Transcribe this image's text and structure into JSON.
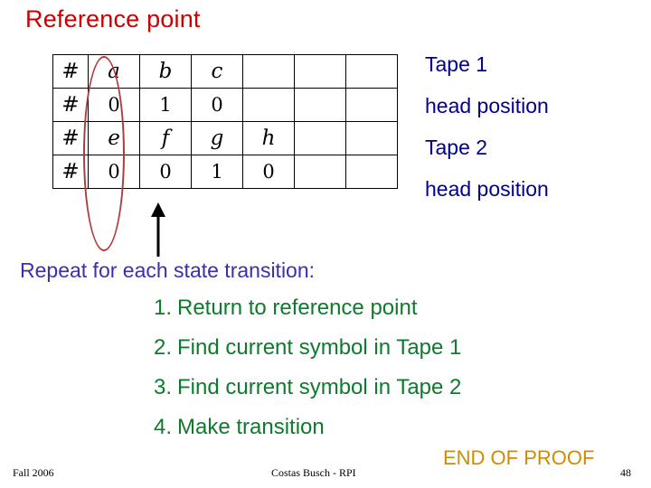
{
  "slide": {
    "reference_title": "Reference point",
    "repeat_line": "Repeat for each state transition:",
    "end_of_proof": "END OF PROOF"
  },
  "tape_table": {
    "rows": [
      [
        {
          "text": "#",
          "kind": "hash"
        },
        {
          "text": "a",
          "kind": "sym"
        },
        {
          "text": "b",
          "kind": "sym"
        },
        {
          "text": "c",
          "kind": "sym"
        },
        {
          "text": "",
          "kind": "empty"
        },
        {
          "text": "",
          "kind": "empty"
        },
        {
          "text": "",
          "kind": "empty"
        }
      ],
      [
        {
          "text": "#",
          "kind": "hash"
        },
        {
          "text": "0",
          "kind": "num"
        },
        {
          "text": "1",
          "kind": "num"
        },
        {
          "text": "0",
          "kind": "num"
        },
        {
          "text": "",
          "kind": "empty"
        },
        {
          "text": "",
          "kind": "empty"
        },
        {
          "text": "",
          "kind": "empty"
        }
      ],
      [
        {
          "text": "#",
          "kind": "hash"
        },
        {
          "text": "e",
          "kind": "sym"
        },
        {
          "text": "f",
          "kind": "sym"
        },
        {
          "text": "g",
          "kind": "sym"
        },
        {
          "text": "h",
          "kind": "sym"
        },
        {
          "text": "",
          "kind": "empty"
        },
        {
          "text": "",
          "kind": "empty"
        }
      ],
      [
        {
          "text": "#",
          "kind": "hash"
        },
        {
          "text": "0",
          "kind": "num"
        },
        {
          "text": "0",
          "kind": "num"
        },
        {
          "text": "1",
          "kind": "num"
        },
        {
          "text": "0",
          "kind": "num"
        },
        {
          "text": "",
          "kind": "empty"
        },
        {
          "text": "",
          "kind": "empty"
        }
      ]
    ]
  },
  "right_labels": {
    "tape1": "Tape 1",
    "tape1_head": "head position",
    "tape2": "Tape 2",
    "tape2_head": "head position"
  },
  "steps": [
    {
      "num": "1.",
      "text": "Return to reference point"
    },
    {
      "num": "2.",
      "text": "Find current symbol in Tape 1"
    },
    {
      "num": "3.",
      "text": "Find current symbol in Tape 2"
    },
    {
      "num": "4.",
      "text": "Make transition"
    }
  ],
  "footer": {
    "date": "Fall 2006",
    "author": "Costas Busch - RPI",
    "page": "48"
  },
  "colors": {
    "reference_title": "#cc0000",
    "ellipse": "#b03a3a",
    "right_labels": "#00008b",
    "repeat_line": "#3a2fb0",
    "steps": "#0f7a2e",
    "end_of_proof": "#d08c00"
  }
}
